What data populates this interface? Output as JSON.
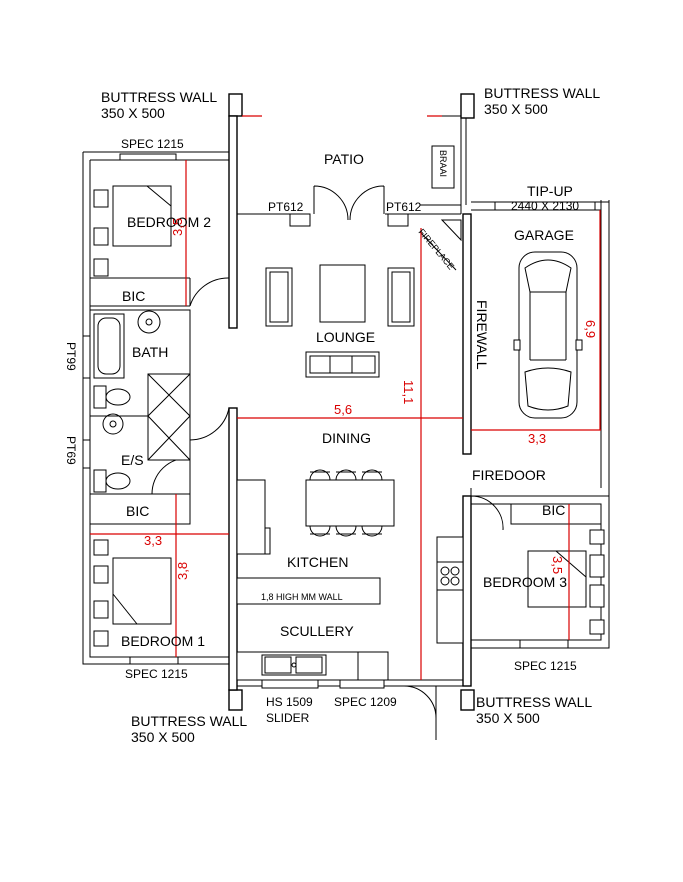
{
  "labels": {
    "buttress_tl_1": "BUTTRESS WALL",
    "buttress_tl_2": "350 X 500",
    "buttress_tr_1": "BUTTRESS WALL",
    "buttress_tr_2": "350 X 500",
    "buttress_bl_1": "BUTTRESS WALL",
    "buttress_bl_2": "350 X 500",
    "buttress_br_1": "BUTTRESS WALL",
    "buttress_br_2": "350 X 500",
    "spec_top_left": "SPEC 1215",
    "spec_bottom_left": "SPEC 1215",
    "spec_bottom_right": "SPEC 1215",
    "spec_1209": "SPEC 1209",
    "hs_slider_1": "HS 1509",
    "hs_slider_2": "SLIDER",
    "patio": "PATIO",
    "braai": "BRAAI",
    "pt612_left": "PT612",
    "pt612_right": "PT612",
    "fireplace": "FIREPLACE",
    "tipup_1": "TIP-UP",
    "tipup_2": "2440 X 2130",
    "garage": "GARAGE",
    "bedroom2": "BEDROOM 2",
    "bedroom1": "BEDROOM 1",
    "bedroom3": "BEDROOM 3",
    "bic_top": "BIC",
    "bic_left": "BIC",
    "bic_right": "BIC",
    "bath": "BATH",
    "es": "E/S",
    "pt99": "PT99",
    "pt69": "PT69",
    "lounge": "LOUNGE",
    "dining": "DINING",
    "kitchen": "KITCHEN",
    "mm_wall": "1,8 HIGH MM WALL",
    "scullery": "SCULLERY",
    "firewall": "FIREWALL",
    "firedoor": "FIREDOOR"
  },
  "dimensions": {
    "bed2_depth": "3,5",
    "garage_depth": "6,9",
    "overall_length": "11,1",
    "lounge_width": "5,6",
    "garage_width": "3,3",
    "bed1_width": "3,3",
    "bed1_depth": "3,8",
    "bed3_depth": "3,5"
  },
  "colors": {
    "wall": "#000000",
    "dimension": "#d90000",
    "background": "#ffffff"
  }
}
